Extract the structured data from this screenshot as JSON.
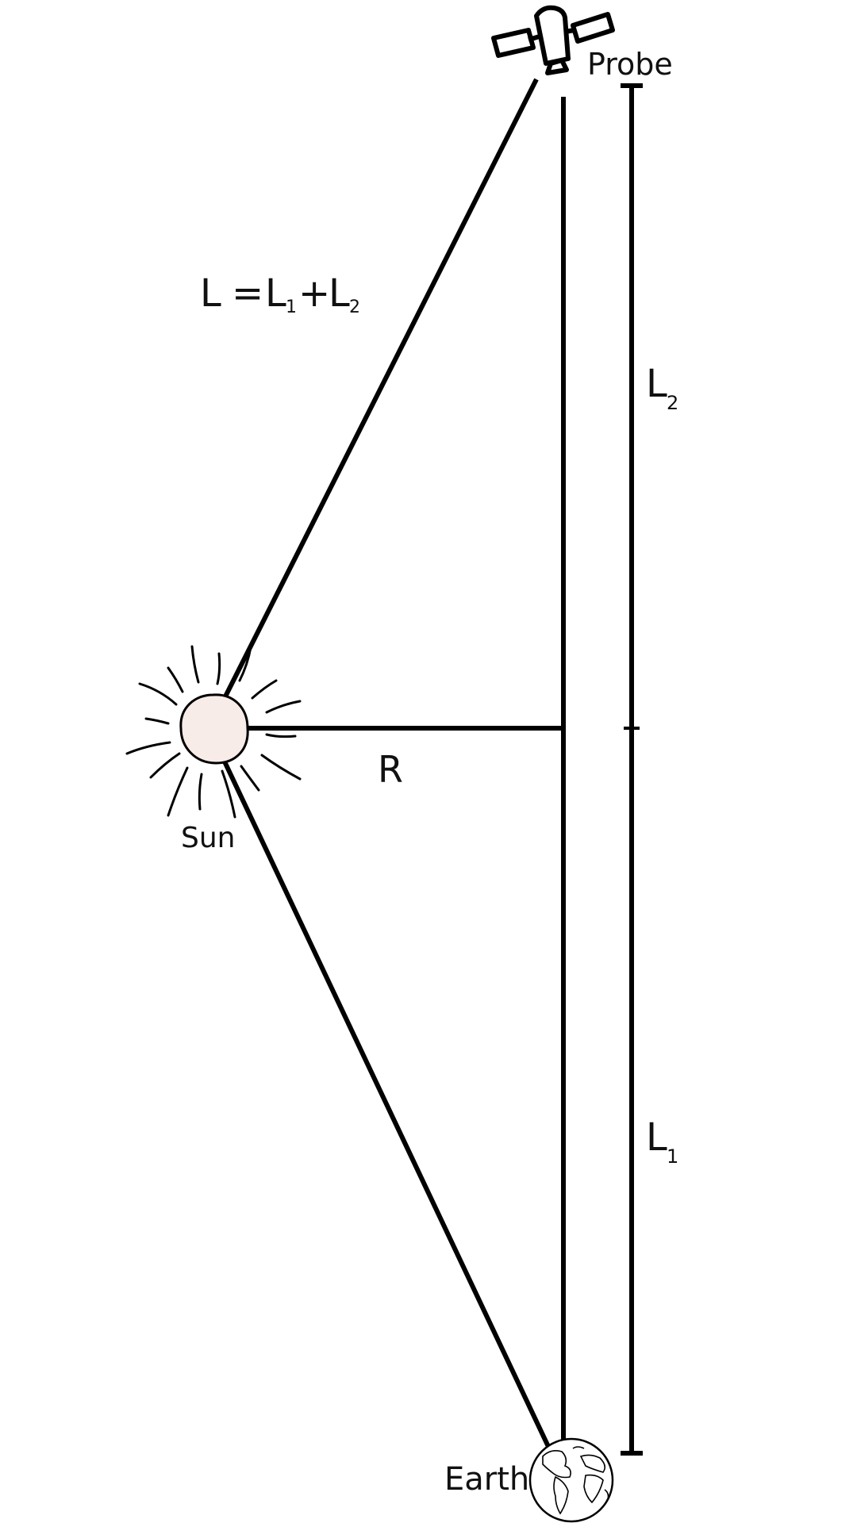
{
  "diagram": {
    "labels": {
      "probe": "Probe",
      "sun": "Sun",
      "earth": "Earth",
      "radius": "R",
      "segment_upper_main": "L",
      "segment_upper_sub": "2",
      "segment_lower_main": "L",
      "segment_lower_sub": "1"
    },
    "equation": {
      "lhs": "L",
      "equals": "=",
      "term1_main": "L",
      "term1_sub": "1",
      "plus": "+",
      "term2_main": "L",
      "term2_sub": "2"
    },
    "colors": {
      "line": "#000000",
      "sun_fill": "#f8ece9",
      "background": "#ffffff"
    },
    "icons": {
      "probe": "satellite-icon",
      "sun": "sun-icon",
      "earth": "globe-icon"
    }
  }
}
